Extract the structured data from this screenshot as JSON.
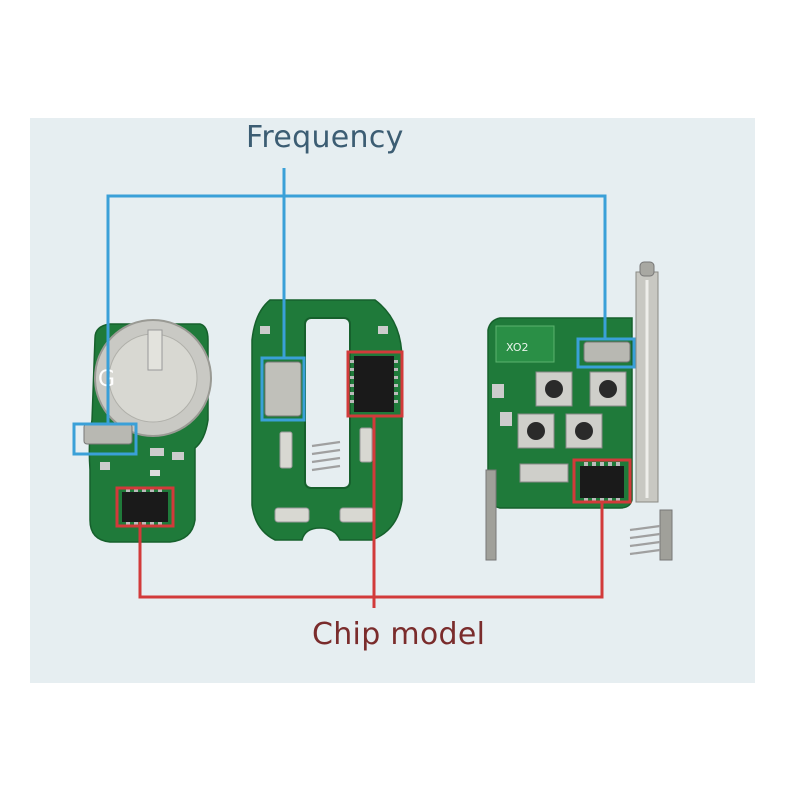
{
  "labels": {
    "frequency": "Frequency",
    "chip_model": "Chip model"
  },
  "boards": {
    "left": {
      "marking": "G"
    },
    "right": {
      "marking": "XO2"
    }
  },
  "colors": {
    "background": "#e6eef1",
    "pcb": "#1f7a3a",
    "frequency_line": "#3aa0d8",
    "chip_line": "#d23a3a"
  }
}
